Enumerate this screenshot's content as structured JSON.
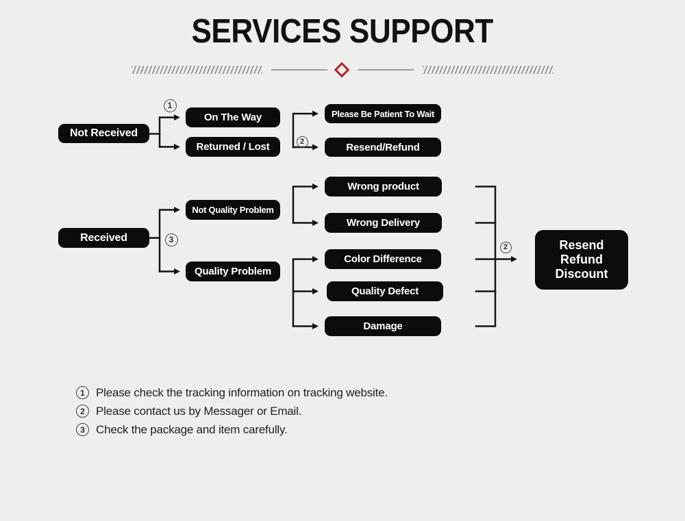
{
  "title": "SERVICES SUPPORT",
  "colors": {
    "background": "#eeeeee",
    "node_fill": "#0c0c0c",
    "node_text": "#ffffff",
    "connector": "#141414",
    "divider_gray": "#9c9c9c",
    "accent_red": "#b5222c"
  },
  "nodes": {
    "not_received": "Not Received",
    "received": "Received",
    "on_the_way": "On The Way",
    "returned_lost": "Returned / Lost",
    "please_wait": "Please Be Patient To Wait",
    "resend_refund": "Resend/Refund",
    "not_quality_problem": "Not Quality Problem",
    "quality_problem": "Quality Problem",
    "wrong_product": "Wrong product",
    "wrong_delivery": "Wrong Delivery",
    "color_difference": "Color Difference",
    "quality_defect": "Quality Defect",
    "damage": "Damage"
  },
  "result_node": {
    "lines": [
      "Resend",
      "Refund",
      "Discount"
    ]
  },
  "markers": {
    "step1": "1",
    "step2": "2",
    "step3": "3"
  },
  "notes": [
    {
      "number": "1",
      "text": "Please check the tracking information on tracking website."
    },
    {
      "number": "2",
      "text": "Please contact us by Messager or Email."
    },
    {
      "number": "3",
      "text": "Check the package and item carefully."
    }
  ]
}
